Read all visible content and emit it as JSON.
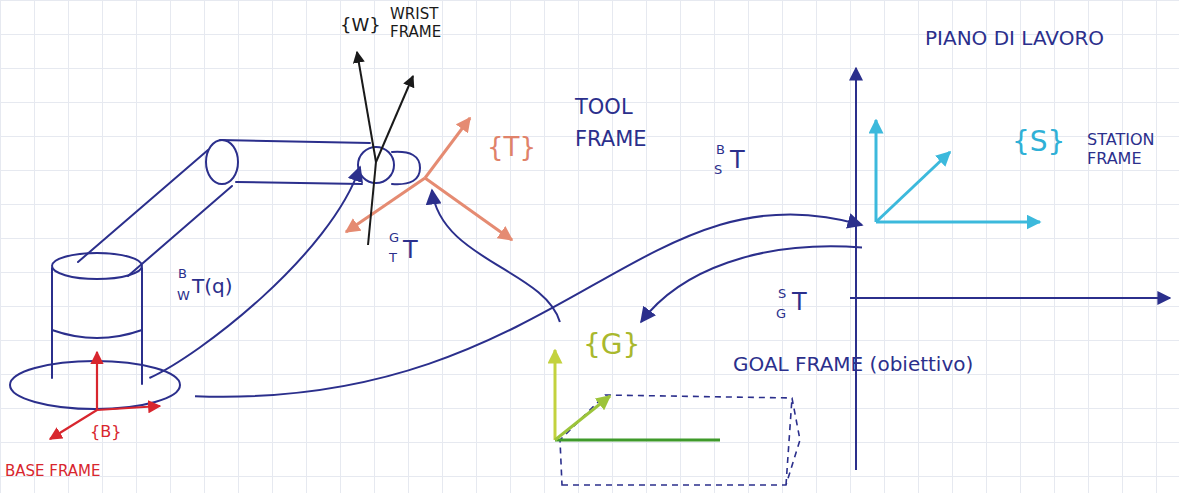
{
  "diagram": {
    "nodes": [
      {
        "text": [
          "{W}",
          "WRIST FRAME"
        ]
      },
      {
        "text": [
          "{T}",
          "TOOL FRAME"
        ]
      },
      {
        "text": [
          "{S}",
          "STATION FRAME"
        ]
      },
      {
        "text": [
          "{G}",
          "GOAL FRAME (obiettivo)"
        ]
      },
      {
        "text": [
          "{B}",
          "BASE FRAME"
        ]
      }
    ],
    "edges": [
      {
        "from": 4,
        "to": 0,
        "label": "T(q)",
        "arrow": "to"
      },
      {
        "from": 4,
        "to": 2,
        "label": "T",
        "arrow": "to"
      },
      {
        "from": 2,
        "to": 3,
        "label": "T",
        "arrow": "to"
      },
      {
        "from": 3,
        "to": 1,
        "label": "T",
        "arrow": "to"
      }
    ],
    "labels": [
      "PIANO DI LAVORO",
      "B",
      "W",
      "B",
      "S",
      "S",
      "G",
      "G",
      "T"
    ]
  }
}
